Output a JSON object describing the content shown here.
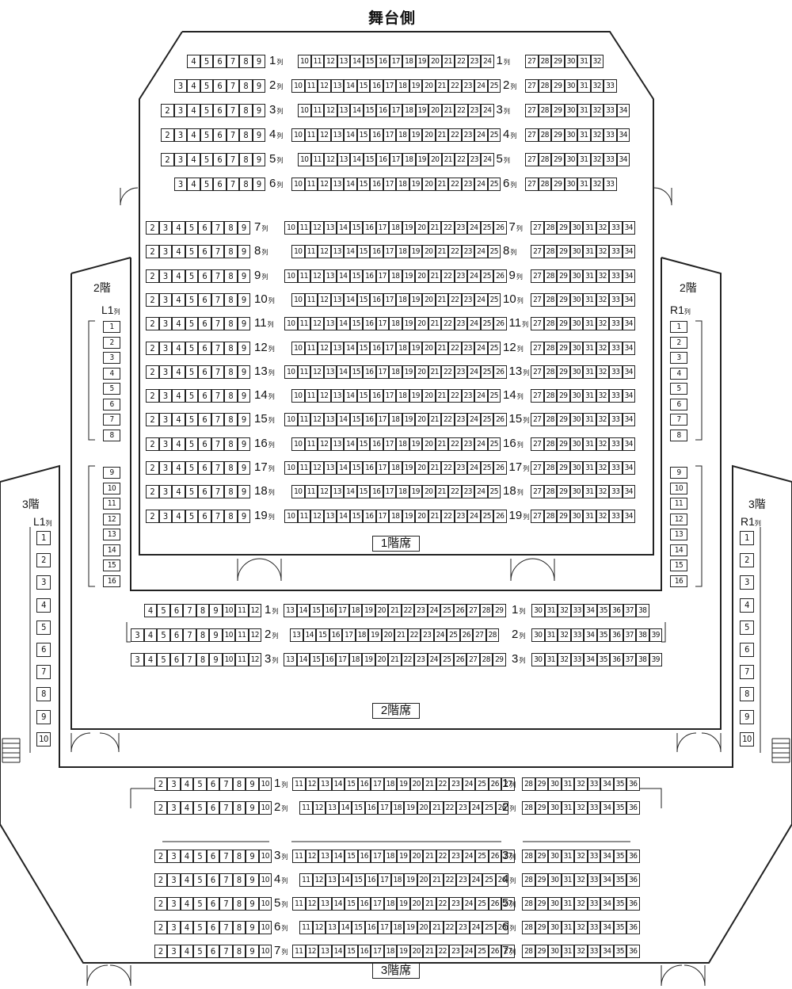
{
  "labels": {
    "stage": "舞台側",
    "floor1": "1階席",
    "floor2": "2階席",
    "floor3": "3階席",
    "balcony2_left": "2階",
    "balcony2_right": "2階",
    "balcony3_left": "3階",
    "balcony3_right": "3階",
    "row_suffix": "列",
    "box_l1": "L1",
    "box_r1": "R1"
  },
  "floor1_rows": [
    {
      "row": "1",
      "left": [
        4,
        9
      ],
      "center": [
        10,
        24
      ],
      "right": [
        27,
        32
      ]
    },
    {
      "row": "2",
      "left": [
        3,
        9
      ],
      "center": [
        10,
        25
      ],
      "right": [
        27,
        33
      ]
    },
    {
      "row": "3",
      "left": [
        2,
        9
      ],
      "center": [
        10,
        24
      ],
      "right": [
        27,
        34
      ]
    },
    {
      "row": "4",
      "left": [
        2,
        9
      ],
      "center": [
        10,
        25
      ],
      "right": [
        27,
        34
      ]
    },
    {
      "row": "5",
      "left": [
        2,
        9
      ],
      "center": [
        10,
        24
      ],
      "right": [
        27,
        34
      ]
    },
    {
      "row": "6",
      "left": [
        3,
        9
      ],
      "center": [
        10,
        25
      ],
      "right": [
        27,
        33
      ]
    },
    {
      "row": "7",
      "left": [
        2,
        9
      ],
      "center": [
        10,
        26
      ],
      "right": [
        27,
        34
      ]
    },
    {
      "row": "8",
      "left": [
        2,
        9
      ],
      "center": [
        10,
        25
      ],
      "right": [
        27,
        34
      ]
    },
    {
      "row": "9",
      "left": [
        2,
        9
      ],
      "center": [
        10,
        26
      ],
      "right": [
        27,
        34
      ]
    },
    {
      "row": "10",
      "left": [
        2,
        9
      ],
      "center": [
        10,
        25
      ],
      "right": [
        27,
        34
      ]
    },
    {
      "row": "11",
      "left": [
        2,
        9
      ],
      "center": [
        10,
        26
      ],
      "right": [
        27,
        34
      ]
    },
    {
      "row": "12",
      "left": [
        2,
        9
      ],
      "center": [
        10,
        25
      ],
      "right": [
        27,
        34
      ]
    },
    {
      "row": "13",
      "left": [
        2,
        9
      ],
      "center": [
        10,
        26
      ],
      "right": [
        27,
        34
      ]
    },
    {
      "row": "14",
      "left": [
        2,
        9
      ],
      "center": [
        10,
        25
      ],
      "right": [
        27,
        34
      ]
    },
    {
      "row": "15",
      "left": [
        2,
        9
      ],
      "center": [
        10,
        26
      ],
      "right": [
        27,
        34
      ]
    },
    {
      "row": "16",
      "left": [
        2,
        9
      ],
      "center": [
        10,
        25
      ],
      "right": [
        27,
        34
      ]
    },
    {
      "row": "17",
      "left": [
        2,
        9
      ],
      "center": [
        10,
        26
      ],
      "right": [
        27,
        34
      ]
    },
    {
      "row": "18",
      "left": [
        2,
        9
      ],
      "center": [
        10,
        25
      ],
      "right": [
        27,
        34
      ]
    },
    {
      "row": "19",
      "left": [
        2,
        9
      ],
      "center": [
        10,
        26
      ],
      "right": [
        27,
        34
      ]
    }
  ],
  "floor2_rows": [
    {
      "row": "1",
      "left": [
        4,
        12
      ],
      "center": [
        13,
        29
      ],
      "right": [
        30,
        38
      ]
    },
    {
      "row": "2",
      "left": [
        3,
        12
      ],
      "center": [
        13,
        28
      ],
      "right": [
        30,
        39
      ]
    },
    {
      "row": "3",
      "left": [
        3,
        12
      ],
      "center": [
        13,
        29
      ],
      "right": [
        30,
        39
      ]
    }
  ],
  "floor3_rows": [
    {
      "row": "1",
      "left": [
        2,
        10
      ],
      "center": [
        11,
        27
      ],
      "right": [
        28,
        36
      ]
    },
    {
      "row": "2",
      "left": [
        2,
        10
      ],
      "center": [
        11,
        26
      ],
      "right": [
        28,
        36
      ]
    },
    {
      "row": "3",
      "left": [
        2,
        10
      ],
      "center": [
        11,
        27
      ],
      "right": [
        28,
        36
      ]
    },
    {
      "row": "4",
      "left": [
        2,
        10
      ],
      "center": [
        11,
        26
      ],
      "right": [
        28,
        36
      ]
    },
    {
      "row": "5",
      "left": [
        2,
        10
      ],
      "center": [
        11,
        27
      ],
      "right": [
        28,
        36
      ]
    },
    {
      "row": "6",
      "left": [
        2,
        10
      ],
      "center": [
        11,
        26
      ],
      "right": [
        28,
        36
      ]
    },
    {
      "row": "7",
      "left": [
        2,
        10
      ],
      "center": [
        11,
        27
      ],
      "right": [
        28,
        36
      ]
    }
  ],
  "box2_seats": [
    1,
    16
  ],
  "box3_seats": [
    1,
    10
  ]
}
